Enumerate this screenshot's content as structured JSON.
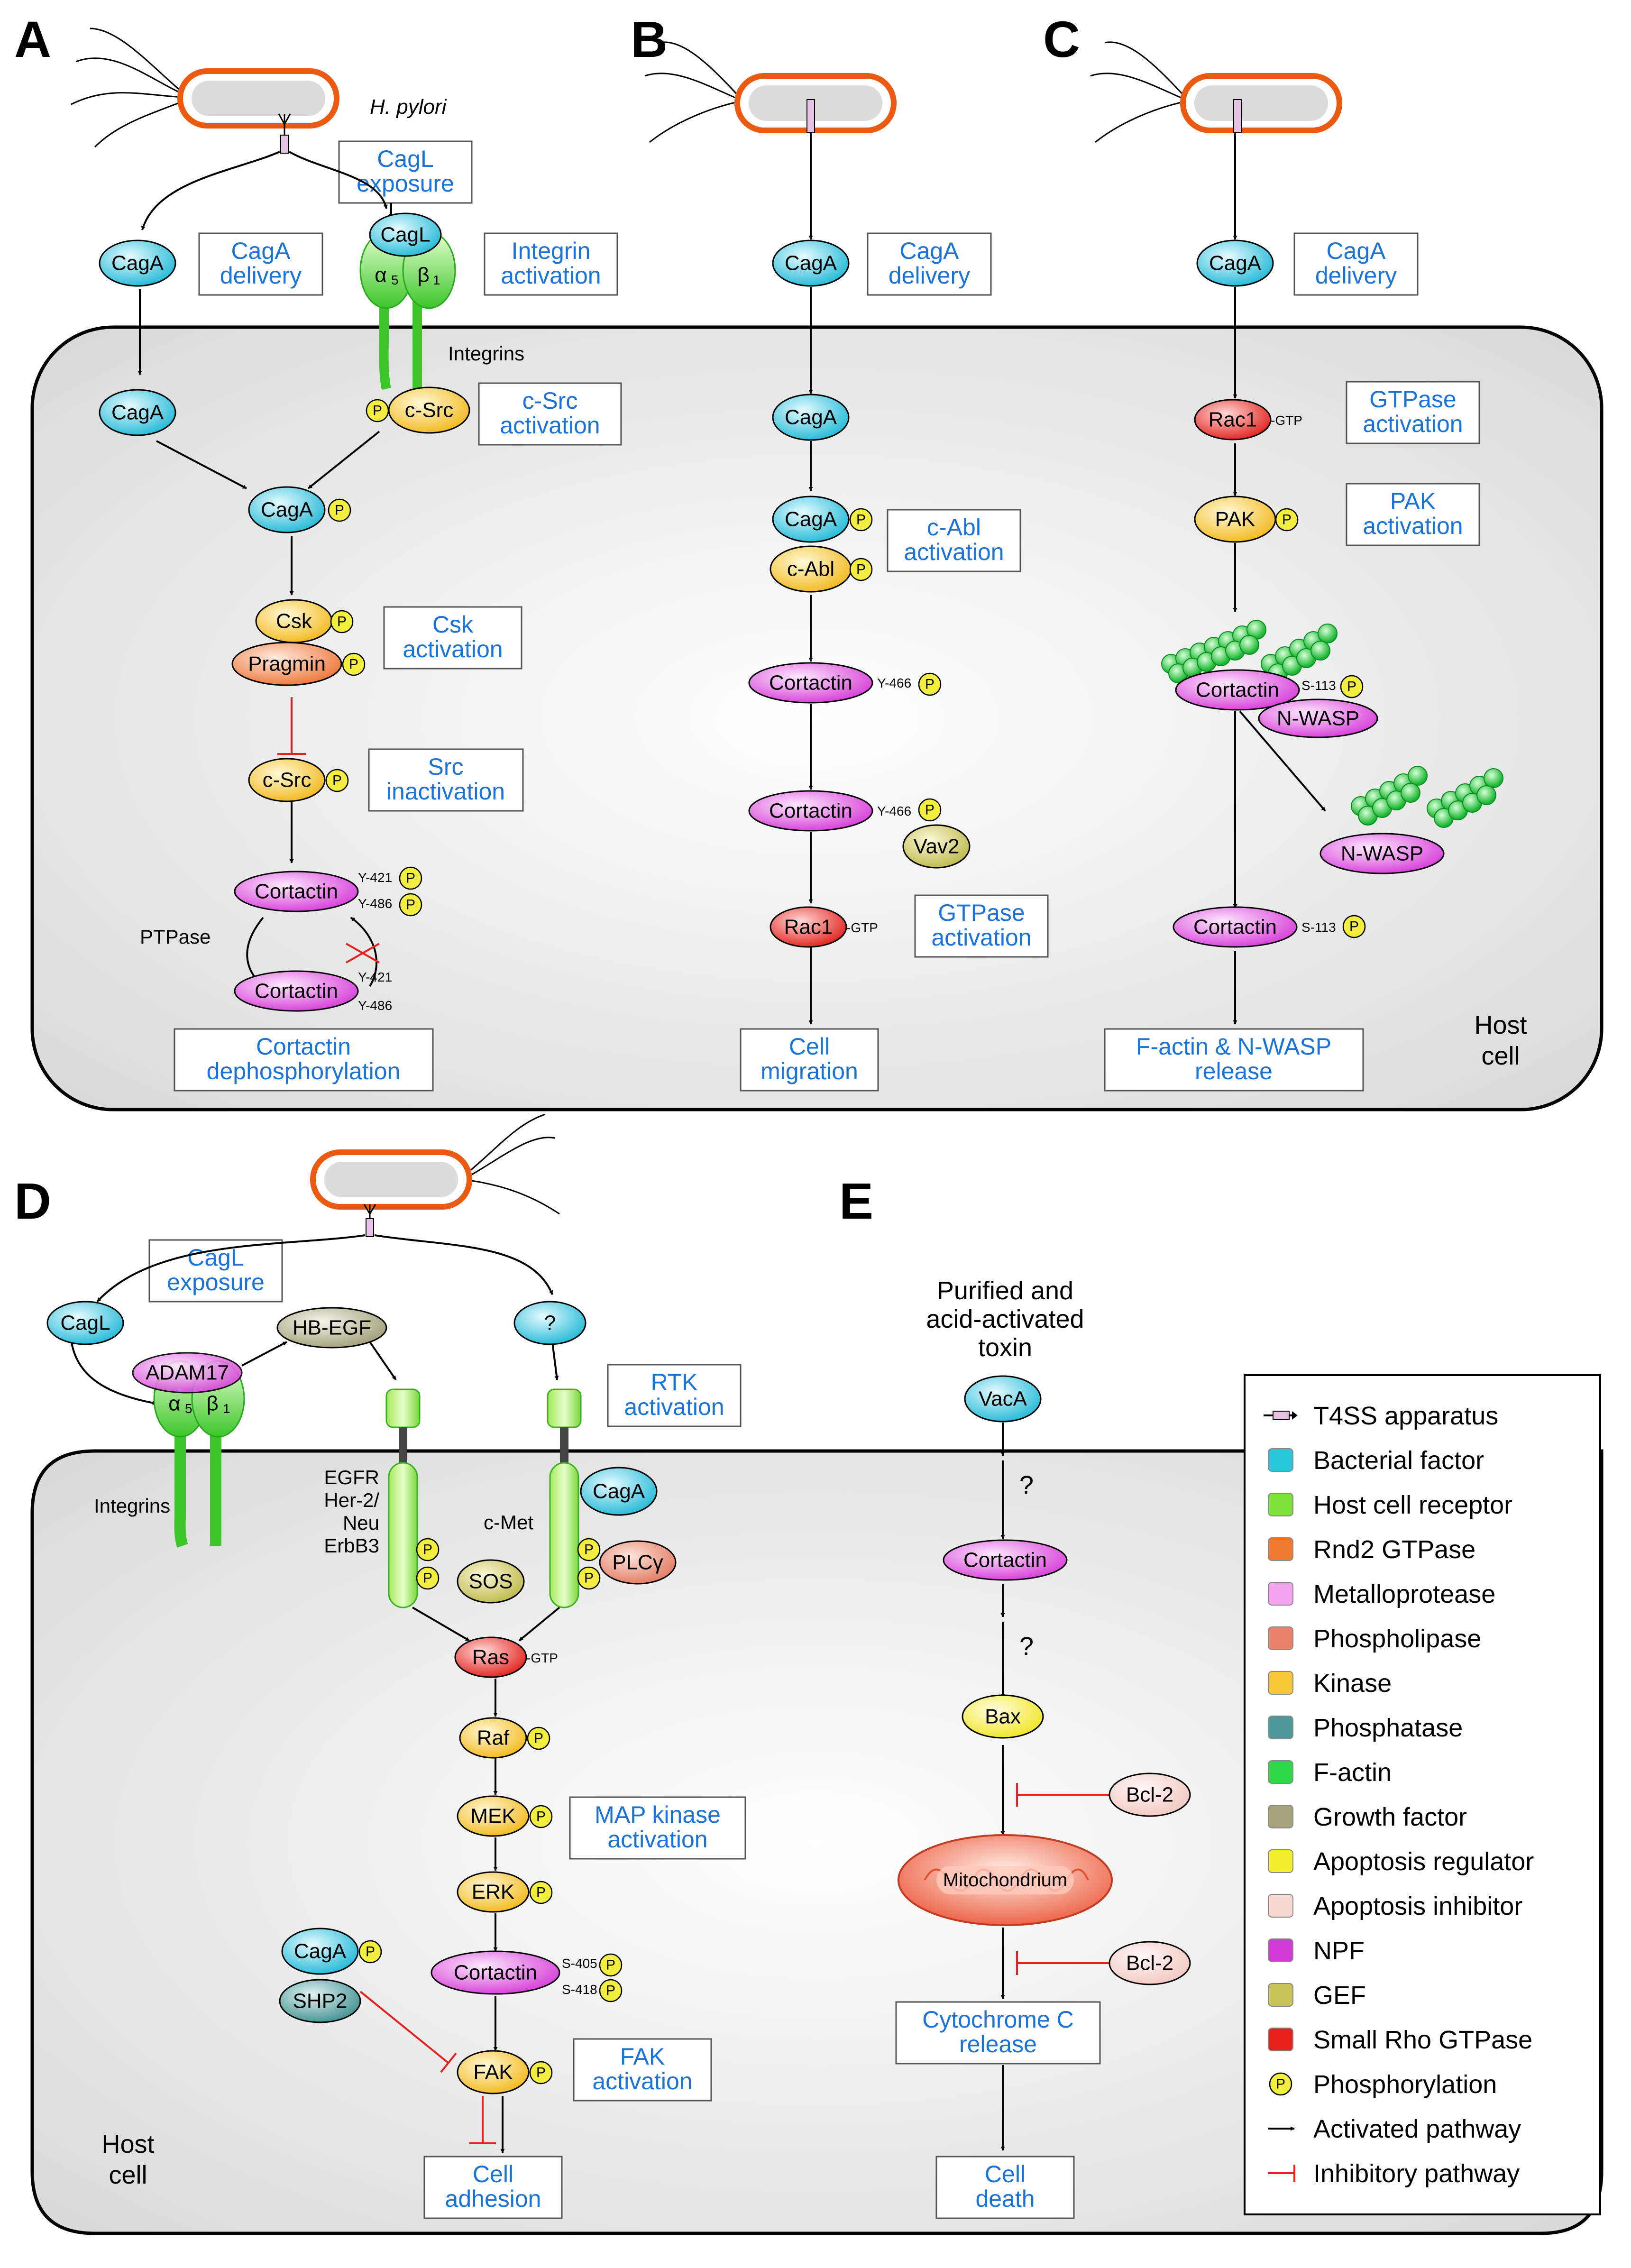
{
  "panels": {
    "a": "A",
    "b": "B",
    "c": "C",
    "d": "D",
    "e": "E"
  },
  "colors": {
    "bacterial_factor": "#29c6dc",
    "host_receptor": "#7fe03a",
    "rnd2": "#f07a30",
    "metalloprotease": "#f2a6f0",
    "phospholipase": "#e8826a",
    "kinase": "#f7c93a",
    "phosphatase": "#4e9a9a",
    "factin": "#2ed84a",
    "growth_factor": "#a6a27c",
    "apoptosis_regulator": "#f4ee30",
    "apoptosis_inhibitor": "#f8d6d2",
    "npf": "#d23ad6",
    "gef": "#c8c45a",
    "small_rho": "#e8201b",
    "phospho": "#f4ee40",
    "label_text": "#1a73d9",
    "inhibit_line": "#e8201b"
  },
  "panelA": {
    "hpylori": "H. pylori",
    "cagl_exposure": [
      "CagL",
      "exposure"
    ],
    "caga_delivery": [
      "CagA",
      "delivery"
    ],
    "integrin_activation": [
      "Integrin",
      "activation"
    ],
    "csrc_activation": [
      "c-Src",
      "activation"
    ],
    "csk_activation": [
      "Csk",
      "activation"
    ],
    "src_inactivation": [
      "Src",
      "inactivation"
    ],
    "cortactin_dephos": [
      "Cortactin",
      "dephosphorylation"
    ],
    "integrins": "Integrins",
    "ptpase": "PTPase",
    "cagl": "CagL",
    "caga": "CagA",
    "csrc": "c-Src",
    "csk": "Csk",
    "pragmin": "Pragmin",
    "cortactin": "Cortactin",
    "y421": "Y-421",
    "y486": "Y-486",
    "alpha": "α",
    "beta": "β",
    "sub5": "5",
    "sub1": "1"
  },
  "panelB": {
    "caga_delivery": [
      "CagA",
      "delivery"
    ],
    "cabl_activation": [
      "c-Abl",
      "activation"
    ],
    "gtpase_activation": [
      "GTPase",
      "activation"
    ],
    "cell_migration": [
      "Cell",
      "migration"
    ],
    "caga": "CagA",
    "cabl": "c-Abl",
    "cortactin": "Cortactin",
    "y466": "Y-466",
    "vav2": "Vav2",
    "rac1": "Rac1",
    "gtp": "-GTP"
  },
  "panelC": {
    "caga_delivery": [
      "CagA",
      "delivery"
    ],
    "gtpase_activation": [
      "GTPase",
      "activation"
    ],
    "pak_activation": [
      "PAK",
      "activation"
    ],
    "factin_release": [
      "F-actin & N-WASP",
      "release"
    ],
    "host_cell": [
      "Host",
      "cell"
    ],
    "caga": "CagA",
    "rac1": "Rac1",
    "gtp": "-GTP",
    "pak": "PAK",
    "cortactin": "Cortactin",
    "s113": "S-113",
    "nwasp": "N-WASP"
  },
  "panelD": {
    "cagl_exposure": [
      "CagL",
      "exposure"
    ],
    "rtk_activation": [
      "RTK",
      "activation"
    ],
    "mapk_activation": [
      "MAP kinase",
      "activation"
    ],
    "fak_activation": [
      "FAK",
      "activation"
    ],
    "cell_adhesion": [
      "Cell",
      "adhesion"
    ],
    "host_cell": [
      "Host",
      "cell"
    ],
    "cagl": "CagL",
    "adam17": "ADAM17",
    "hbegf": "HB-EGF",
    "unknown": "?",
    "integrins": "Integrins",
    "egfr": [
      "EGFR",
      "Her-2/",
      "Neu",
      "ErbB3"
    ],
    "cmet": "c-Met",
    "caga": "CagA",
    "sos": "SOS",
    "plcg": "PLCγ",
    "ras": "Ras",
    "gtp": "-GTP",
    "raf": "Raf",
    "mek": "MEK",
    "erk": "ERK",
    "cortactin": "Cortactin",
    "s405": "S-405",
    "s418": "S-418",
    "shp2": "SHP2",
    "fak": "FAK",
    "alpha": "α",
    "beta": "β",
    "sub5": "5",
    "sub1": "1"
  },
  "panelE": {
    "toxin": [
      "Purified and",
      "acid-activated",
      "toxin"
    ],
    "vaca": "VacA",
    "q": "?",
    "cortactin": "Cortactin",
    "bax": "Bax",
    "bcl2": "Bcl-2",
    "mito": "Mitochondrium",
    "cytc_release": [
      "Cytochrome C",
      "release"
    ],
    "cell_death": [
      "Cell",
      "death"
    ]
  },
  "phospho_label": "P",
  "legend": [
    {
      "key": "t4ss",
      "label": "T4SS apparatus"
    },
    {
      "key": "bacterial_factor",
      "label": "Bacterial factor"
    },
    {
      "key": "host_receptor",
      "label": "Host cell receptor"
    },
    {
      "key": "rnd2",
      "label": "Rnd2 GTPase"
    },
    {
      "key": "metalloprotease",
      "label": "Metalloprotease"
    },
    {
      "key": "phospholipase",
      "label": "Phospholipase"
    },
    {
      "key": "kinase",
      "label": "Kinase"
    },
    {
      "key": "phosphatase",
      "label": "Phosphatase"
    },
    {
      "key": "factin",
      "label": "F-actin"
    },
    {
      "key": "growth_factor",
      "label": "Growth factor"
    },
    {
      "key": "apoptosis_regulator",
      "label": "Apoptosis regulator"
    },
    {
      "key": "apoptosis_inhibitor",
      "label": "Apoptosis inhibitor"
    },
    {
      "key": "npf",
      "label": "NPF"
    },
    {
      "key": "gef",
      "label": "GEF"
    },
    {
      "key": "small_rho",
      "label": "Small Rho GTPase"
    },
    {
      "key": "phospho",
      "label": "Phosphorylation"
    },
    {
      "key": "activated",
      "label": "Activated pathway"
    },
    {
      "key": "inhibitory",
      "label": "Inhibitory pathway"
    }
  ]
}
